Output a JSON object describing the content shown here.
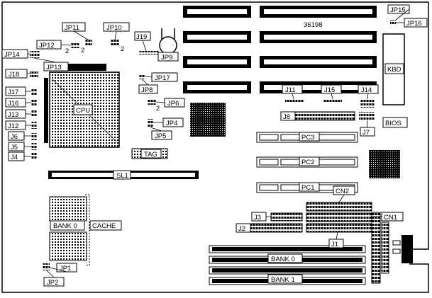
{
  "board": {
    "chip_code": "36198",
    "labels": {
      "jp15": "JP15",
      "jp16": "JP16",
      "jp10": "JP10",
      "jp11": "JP11",
      "jp12": "JP12",
      "jp12_pin": "2",
      "jp11_pin": "2",
      "jp10_pin": "2",
      "jp19": "J19",
      "jp9": "JP9",
      "jp14": "JP14",
      "jp13": "JP13",
      "jp17": "JP17",
      "jp8": "JP8",
      "jp6": "JP6",
      "jp6_pin": "2",
      "jp4": "JP4",
      "jp5": "JP5",
      "j18": "J18",
      "j17": "J17",
      "j16": "J16",
      "j13": "J13",
      "j12": "J12",
      "j6": "J6",
      "j5": "J5",
      "j4": "J4",
      "cpu": "CPU",
      "tag": "TAG",
      "sl1": "SL1",
      "kbd": "KBD",
      "bios": "BIOS",
      "j11": "J11",
      "j15": "J15",
      "j14": "J14",
      "j8": "J8",
      "j7": "J7",
      "pc3": "PC3",
      "pc2": "PC2",
      "pc1": "PC1",
      "cn2": "CN2",
      "cn1": "CN1",
      "j3": "J3",
      "j2": "J2",
      "j1": "J1",
      "bank0_left": "BANK 0",
      "cache": "CACHE",
      "bank0_simm": "BANK 0",
      "bank1_simm": "BANK 1",
      "jp1": "JP1",
      "jp2": "JP2"
    }
  }
}
